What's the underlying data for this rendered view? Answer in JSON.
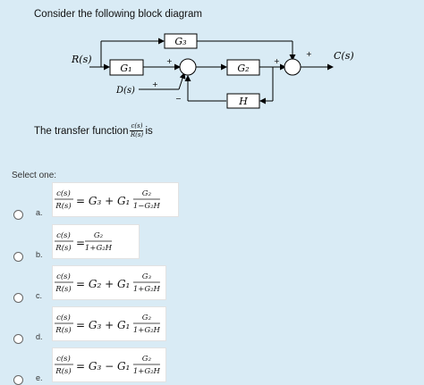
{
  "question": {
    "prompt": "Consider the following block diagram",
    "transfer_line_prefix": "The transfer function",
    "transfer_line_suffix": "is",
    "tf_num": "c(s)",
    "tf_den": "R(s)"
  },
  "diagram": {
    "input_label": "R(s)",
    "output_label": "C(s)",
    "disturbance_label": "D(s)",
    "blocks": [
      "G₁",
      "G₂",
      "G₃",
      "H"
    ],
    "signs": {
      "sum1_top": "+",
      "sum1_bottom": "+",
      "sum1_feedback": "−",
      "sum2_left": "+",
      "sum2_top": "+"
    }
  },
  "select_label": "Select one:",
  "options": [
    {
      "letter": "a.",
      "lhs_num": "c(s)",
      "lhs_den": "R(s)",
      "rhs_prefix": "= G₃ + G₁",
      "frac_num": "G₂",
      "frac_den": "1−G₂H"
    },
    {
      "letter": "b.",
      "lhs_num": "c(s)",
      "lhs_den": "R(s)",
      "rhs_prefix": "=",
      "frac_num": "G₂",
      "frac_den": "1+G₂H"
    },
    {
      "letter": "c.",
      "lhs_num": "c(s)",
      "lhs_den": "R(s)",
      "rhs_prefix": "= G₂ + G₁",
      "frac_num": "G₃",
      "frac_den": "1+G₂H"
    },
    {
      "letter": "d.",
      "lhs_num": "c(s)",
      "lhs_den": "R(s)",
      "rhs_prefix": "= G₃ + G₁",
      "frac_num": "G₂",
      "frac_den": "1+G₂H"
    },
    {
      "letter": "e.",
      "lhs_num": "c(s)",
      "lhs_den": "R(s)",
      "rhs_prefix": "= G₃ − G₁",
      "frac_num": "G₂",
      "frac_den": "1+G₂H"
    }
  ]
}
